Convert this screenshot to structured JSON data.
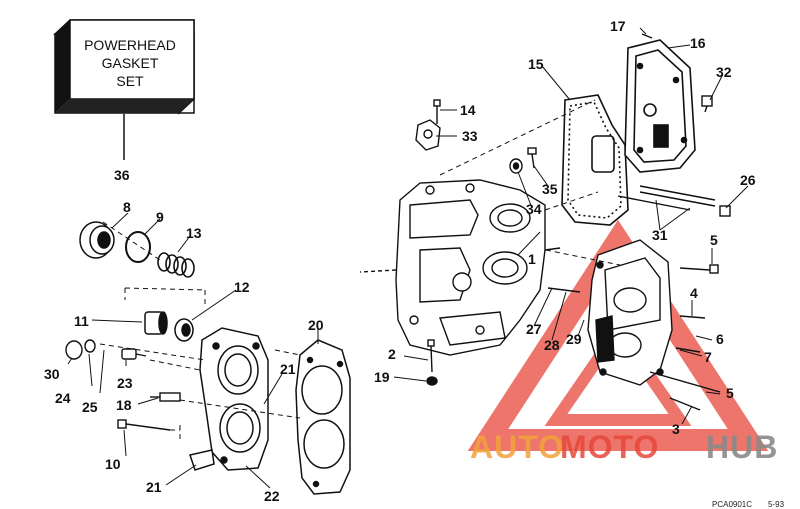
{
  "kit_box": {
    "lines": [
      "POWERHEAD",
      "GASKET",
      "SET"
    ]
  },
  "callouts": {
    "c1": "1",
    "c2": "2",
    "c3": "3",
    "c4": "4",
    "c5a": "5",
    "c5b": "5",
    "c6": "6",
    "c7": "7",
    "c8": "8",
    "c9": "9",
    "c10": "10",
    "c11": "11",
    "c12": "12",
    "c13": "13",
    "c14": "14",
    "c15": "15",
    "c16": "16",
    "c17": "17",
    "c18": "18",
    "c19": "19",
    "c20": "20",
    "c21a": "21",
    "c21b": "21",
    "c22": "22",
    "c23": "23",
    "c24": "24",
    "c25": "25",
    "c26": "26",
    "c27": "27",
    "c28": "28",
    "c29": "29",
    "c30": "30",
    "c31": "31",
    "c32": "32",
    "c33": "33",
    "c34": "34",
    "c35": "35",
    "c36": "36"
  },
  "watermark": {
    "part1": "AUTO",
    "part2": "MOTO",
    "part3": "HUB",
    "color_red": "#e8473a",
    "color_orange": "#f2a23c",
    "color_gray": "#8a8a8a"
  },
  "footer": {
    "code": "PCA0901C",
    "ref": "5-93"
  }
}
